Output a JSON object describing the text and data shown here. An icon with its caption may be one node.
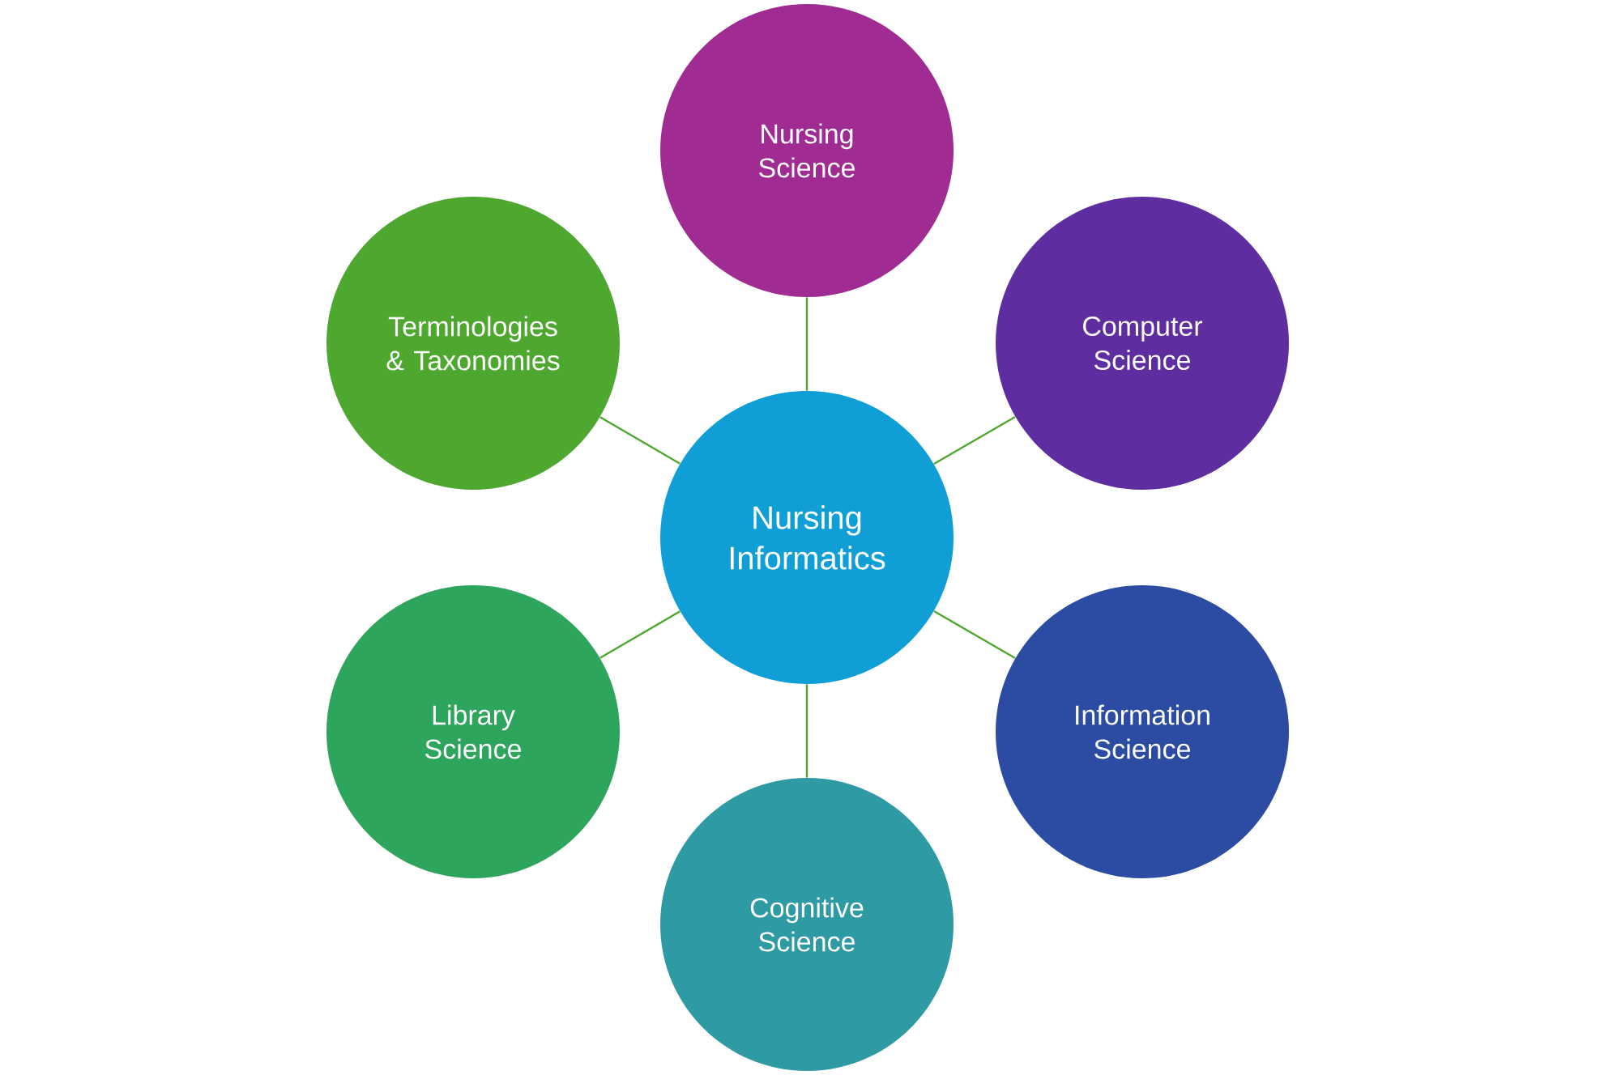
{
  "diagram": {
    "nodes": [
      {
        "text": [
          "Nursing Informatics"
        ]
      },
      {
        "text": [
          "Nursing Science"
        ]
      },
      {
        "text": [
          "Computer Science"
        ]
      },
      {
        "text": [
          "Information Science"
        ]
      },
      {
        "text": [
          "Cognitive Science"
        ]
      },
      {
        "text": [
          "Library Science"
        ]
      },
      {
        "text": [
          "Terminologies & Taxonomies"
        ]
      }
    ],
    "edges": [
      {
        "from": 0,
        "to": 1,
        "arrow": "none"
      },
      {
        "from": 0,
        "to": 2,
        "arrow": "none"
      },
      {
        "from": 0,
        "to": 3,
        "arrow": "none"
      },
      {
        "from": 0,
        "to": 4,
        "arrow": "none"
      },
      {
        "from": 0,
        "to": 5,
        "arrow": "none"
      },
      {
        "from": 0,
        "to": 6,
        "arrow": "none"
      }
    ]
  }
}
